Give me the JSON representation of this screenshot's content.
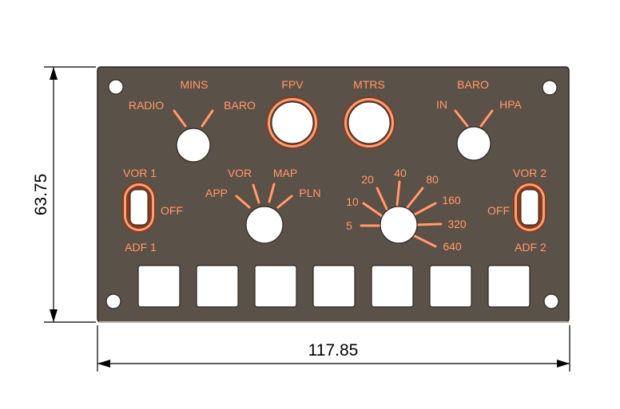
{
  "dimensions": {
    "width": "117.85",
    "height": "63.75"
  },
  "panel": {
    "mins": {
      "title": "MINS",
      "left": "RADIO",
      "right": "BARO"
    },
    "fpv": "FPV",
    "mtrs": "MTRS",
    "baro": {
      "title": "BARO",
      "left": "IN",
      "right": "HPA"
    },
    "efis1": {
      "top": "VOR 1",
      "mid": "OFF",
      "bottom": "ADF 1"
    },
    "efis2": {
      "top": "VOR 2",
      "mid": "OFF",
      "bottom": "ADF 2"
    },
    "mode": {
      "app": "APP",
      "vor": "VOR",
      "map": "MAP",
      "pln": "PLN"
    },
    "range": [
      "5",
      "10",
      "20",
      "40",
      "80",
      "160",
      "320",
      "640"
    ],
    "buttons": 7
  },
  "colors": {
    "panel": "#5a5148",
    "label": "#f4a27c",
    "outline": "#8a3a1c",
    "cutout": "#ffffff"
  }
}
